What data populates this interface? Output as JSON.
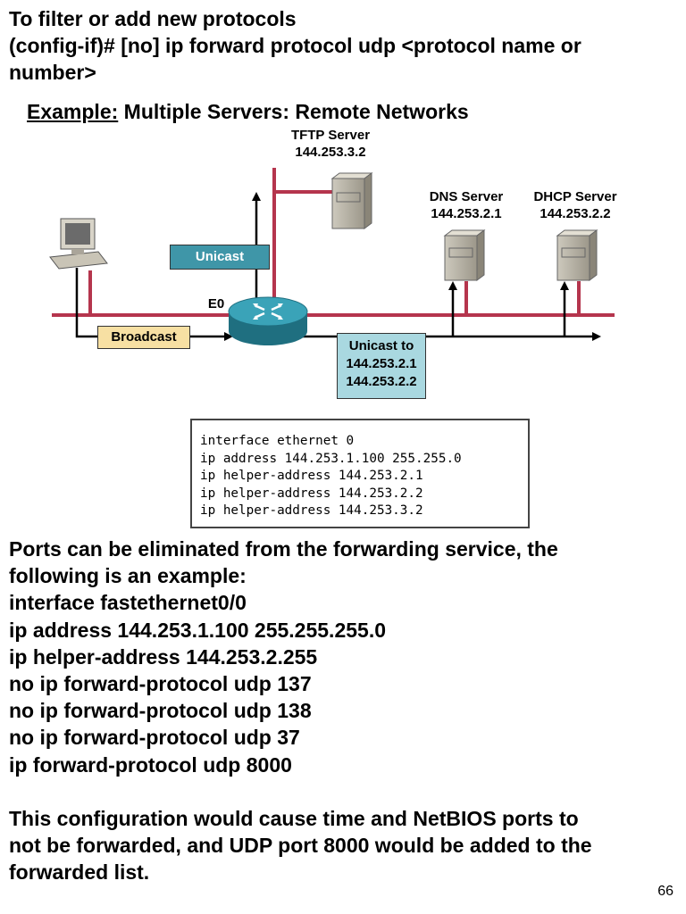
{
  "header": {
    "lines": [
      "To filter or add  new protocols",
      "(config-if)# [no] ip forward protocol udp <protocol name or",
      "number>"
    ]
  },
  "example": {
    "prefix": "Example:",
    "title": "Multiple Servers: Remote Networks"
  },
  "diagram": {
    "tftp": {
      "name": "TFTP Server",
      "ip": "144.253.3.2"
    },
    "dns": {
      "name": "DNS Server",
      "ip": "144.253.2.1"
    },
    "dhcp": {
      "name": "DHCP Server",
      "ip": "144.253.2.2"
    },
    "interface_label": "E0",
    "unicast_label": "Unicast",
    "broadcast_label": "Broadcast",
    "unicast_to": {
      "line1": "Unicast to",
      "line2": "144.253.2.1",
      "line3": "144.253.2.2"
    },
    "colors": {
      "network_line": "#b5354d",
      "arrow": "#000000",
      "unicast_tag": "#3f96a8",
      "broadcast_tag": "#f7e0a3",
      "unicast_to_tag": "#a9d8e0",
      "router": "#2f8fa3"
    }
  },
  "config": {
    "lines": [
      "interface ethernet 0",
      "ip address 144.253.1.100  255.255.0",
      "ip helper-address 144.253.2.1",
      "ip helper-address 144.253.2.2",
      "ip helper-address 144.253.3.2"
    ]
  },
  "body": {
    "lines": [
      "Ports can be eliminated from the forwarding service, the",
      "following is an example:",
      "interface fastethernet0/0",
      "ip address 144.253.1.100 255.255.255.0",
      "ip helper-address 144.253.2.255",
      "no ip forward-protocol udp 137",
      "no ip forward-protocol udp 138",
      "no ip forward-protocol udp 37",
      "ip forward-protocol udp 8000"
    ],
    "conclusion": [
      "This configuration would cause time and NetBIOS ports to",
      "not be forwarded, and UDP port 8000 would be added to the",
      "forwarded list."
    ]
  },
  "page_number": "66"
}
